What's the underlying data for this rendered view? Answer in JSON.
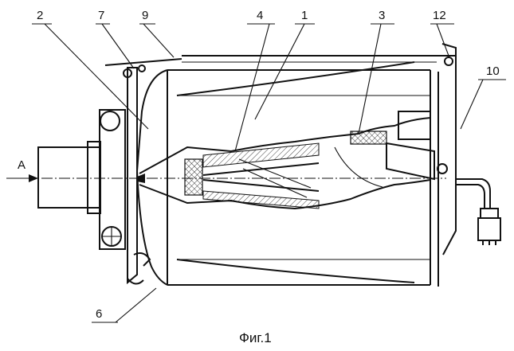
{
  "figure": {
    "caption": "Фиг.1",
    "view_arrow_label": "A",
    "callouts": [
      {
        "id": "c2",
        "text": "2"
      },
      {
        "id": "c7",
        "text": "7"
      },
      {
        "id": "c9",
        "text": "9"
      },
      {
        "id": "c4",
        "text": "4"
      },
      {
        "id": "c1",
        "text": "1"
      },
      {
        "id": "c3",
        "text": "3"
      },
      {
        "id": "c12",
        "text": "12"
      },
      {
        "id": "c10",
        "text": "10"
      },
      {
        "id": "c6",
        "text": "6"
      }
    ]
  }
}
